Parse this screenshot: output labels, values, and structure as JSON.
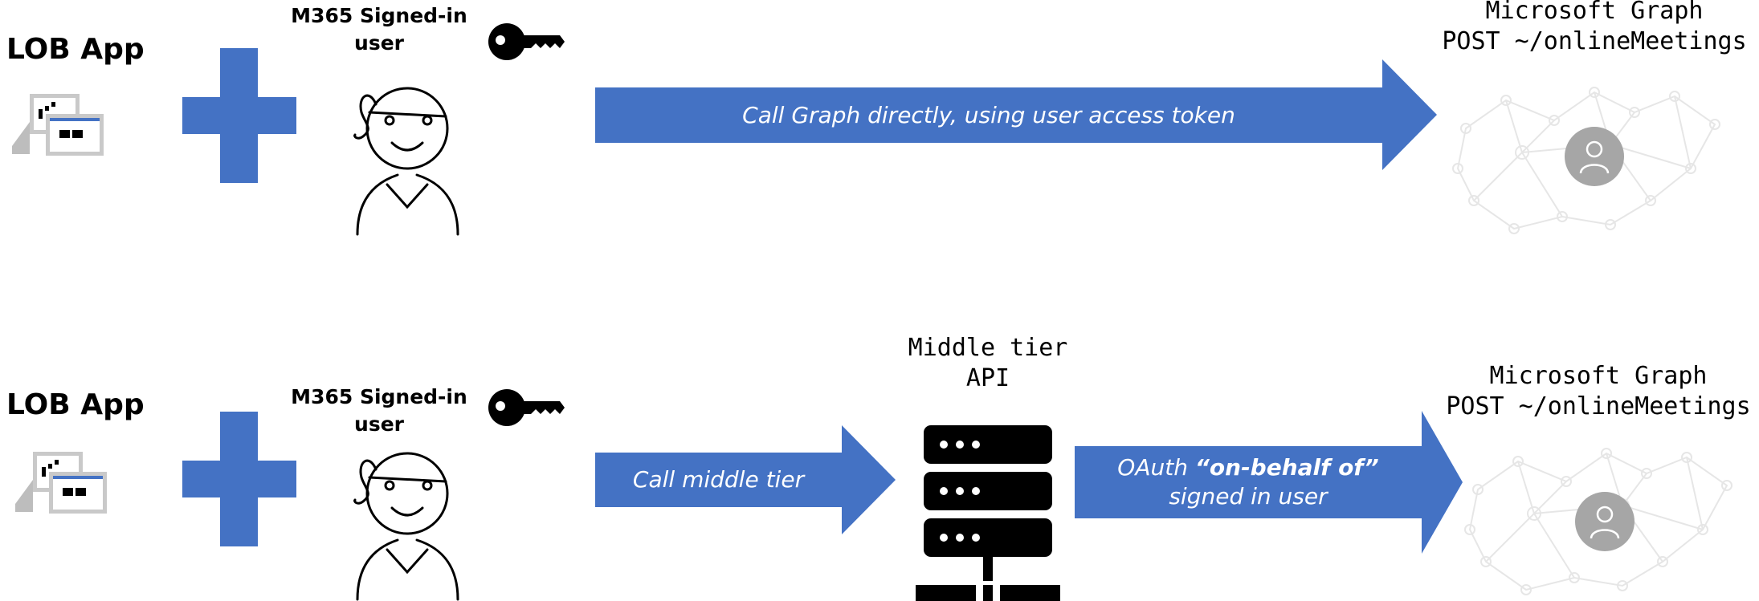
{
  "colors": {
    "accent": "#4472C4",
    "graph_circle": "#A6A6A6",
    "network": "#E6E6E6"
  },
  "row1": {
    "app_title": "LOB App",
    "user_label": "M365 Signed-in user",
    "arrow_text": "Call Graph directly, using user access token",
    "graph_label": "Microsoft Graph\nPOST ~/onlineMeetings"
  },
  "row2": {
    "app_title": "LOB App",
    "user_label": "M365 Signed-in user",
    "arrow1_text": "Call middle tier",
    "middle_tier_label": "Middle tier\nAPI",
    "arrow2_prefix": "OAuth ",
    "arrow2_bold": "“on-behalf of”",
    "arrow2_suffix": "signed in user",
    "graph_label": "Microsoft Graph\nPOST ~/onlineMeetings"
  },
  "icons": {
    "app": "app-window-icon",
    "plus": "plus-icon",
    "user": "person-icon",
    "key": "key-icon",
    "server": "server-icon",
    "graph": "network-graph-icon"
  }
}
